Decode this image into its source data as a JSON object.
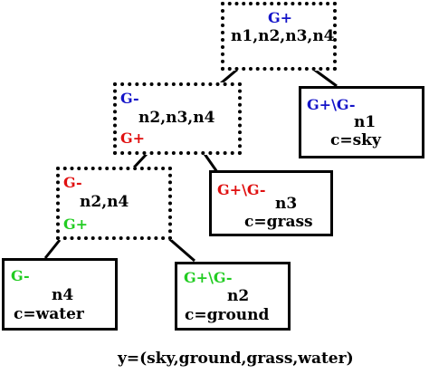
{
  "nodes": {
    "root": {
      "top": "G+",
      "ids": "n1,n2,n3,n4"
    },
    "mid": {
      "top": "G-",
      "ids": "n2,n3,n4",
      "bottom": "G+"
    },
    "n1leaf": {
      "top": "G+\\G-",
      "ids": "n1",
      "label": "c=sky"
    },
    "low": {
      "top": "G-",
      "ids": "n2,n4",
      "bottom": "G+"
    },
    "n3leaf": {
      "top": "G+\\G-",
      "ids": "n3",
      "label": "c=grass"
    },
    "n4leaf": {
      "top": "G-",
      "ids": "n4",
      "label": "c=water"
    },
    "n2leaf": {
      "top": "G+\\G-",
      "ids": "n2",
      "label": "c=ground"
    }
  },
  "caption": "y=(sky,ground,grass,water)",
  "colors": {
    "blue": "#1414c8",
    "red": "#e01010",
    "green": "#22cc22",
    "line": "#000000"
  }
}
